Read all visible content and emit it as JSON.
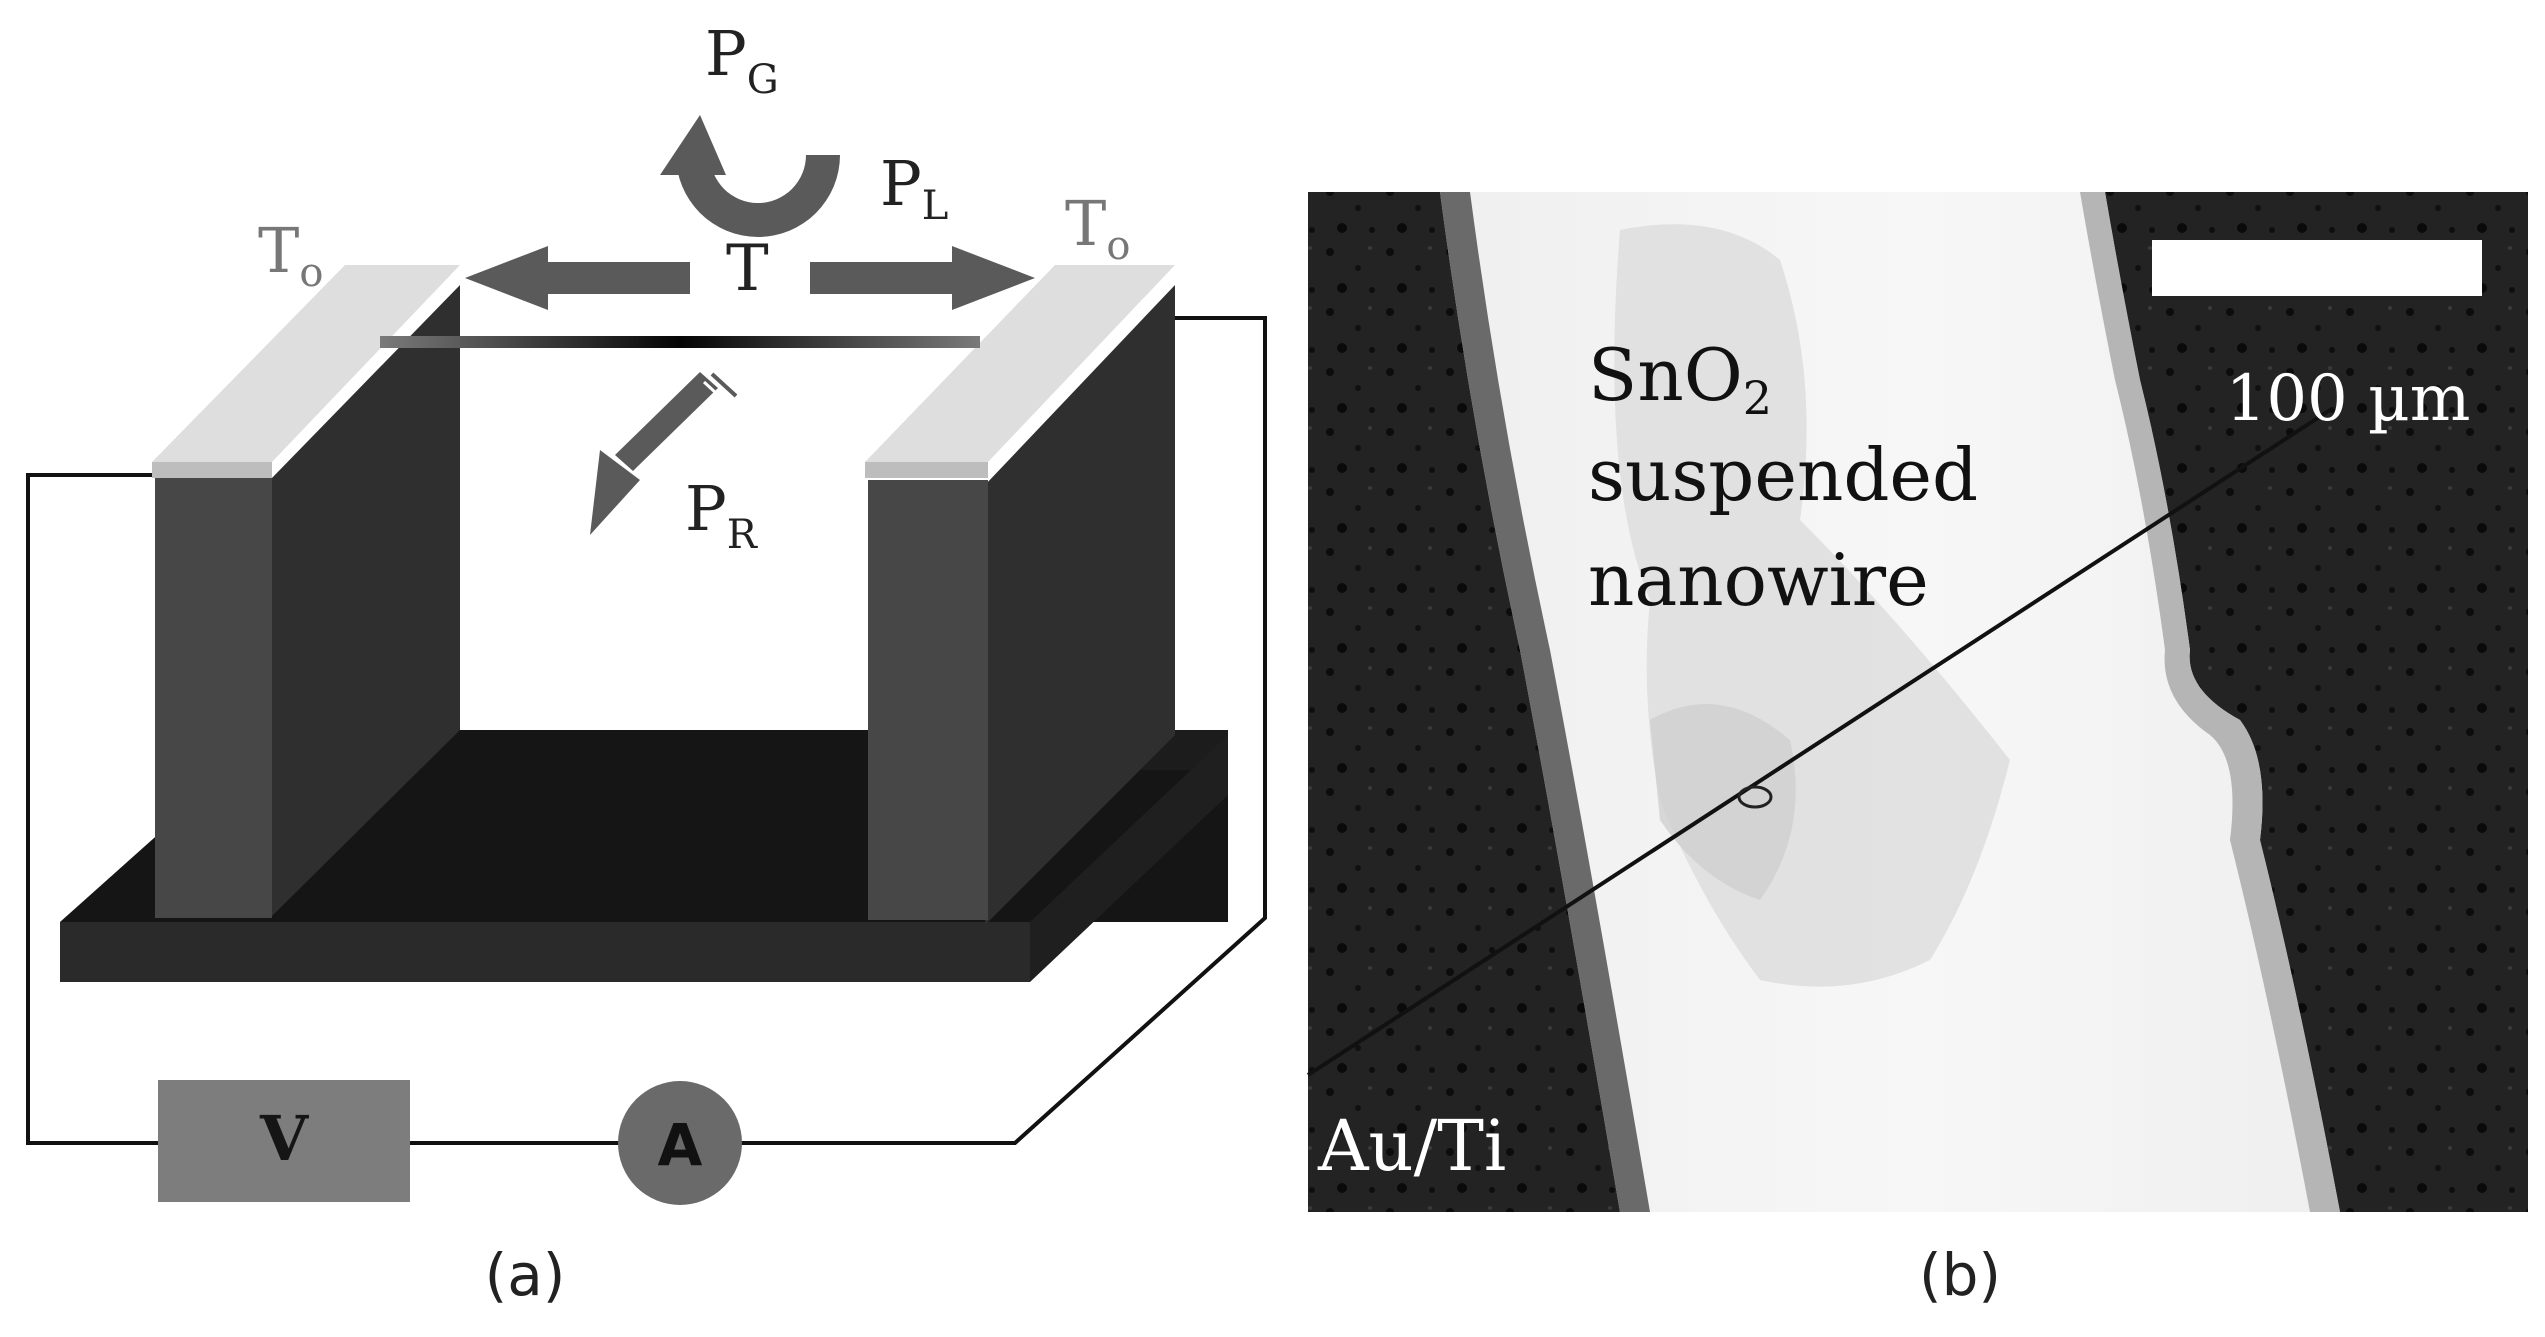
{
  "panel_a": {
    "caption": "(a)",
    "labels": {
      "left_temp": "T",
      "left_temp_sub": "o",
      "right_temp": "T",
      "right_temp_sub": "o",
      "wire_temp": "T",
      "generated_power": "P",
      "generated_power_sub": "G",
      "lost_power": "P",
      "lost_power_sub": "L",
      "radiated_power": "P",
      "radiated_power_sub": "R",
      "voltage_source": "V",
      "ammeter": "A"
    },
    "colors": {
      "pillar_dark": "#2b2b2b",
      "pillar_front": "#3c3c3c",
      "pad": "#dcdcdc",
      "base_top": "#151515",
      "base_front": "#2a2a2a",
      "arrow": "#5a5a5a",
      "source_box": "#7d7d7d"
    }
  },
  "panel_b": {
    "caption": "(b)",
    "material_line1": "SnO",
    "material_sub": "2",
    "material_line2": "suspended",
    "material_line3": "nanowire",
    "electrode_label": "Au/Ti",
    "scale_bar_label": "100 µm"
  }
}
